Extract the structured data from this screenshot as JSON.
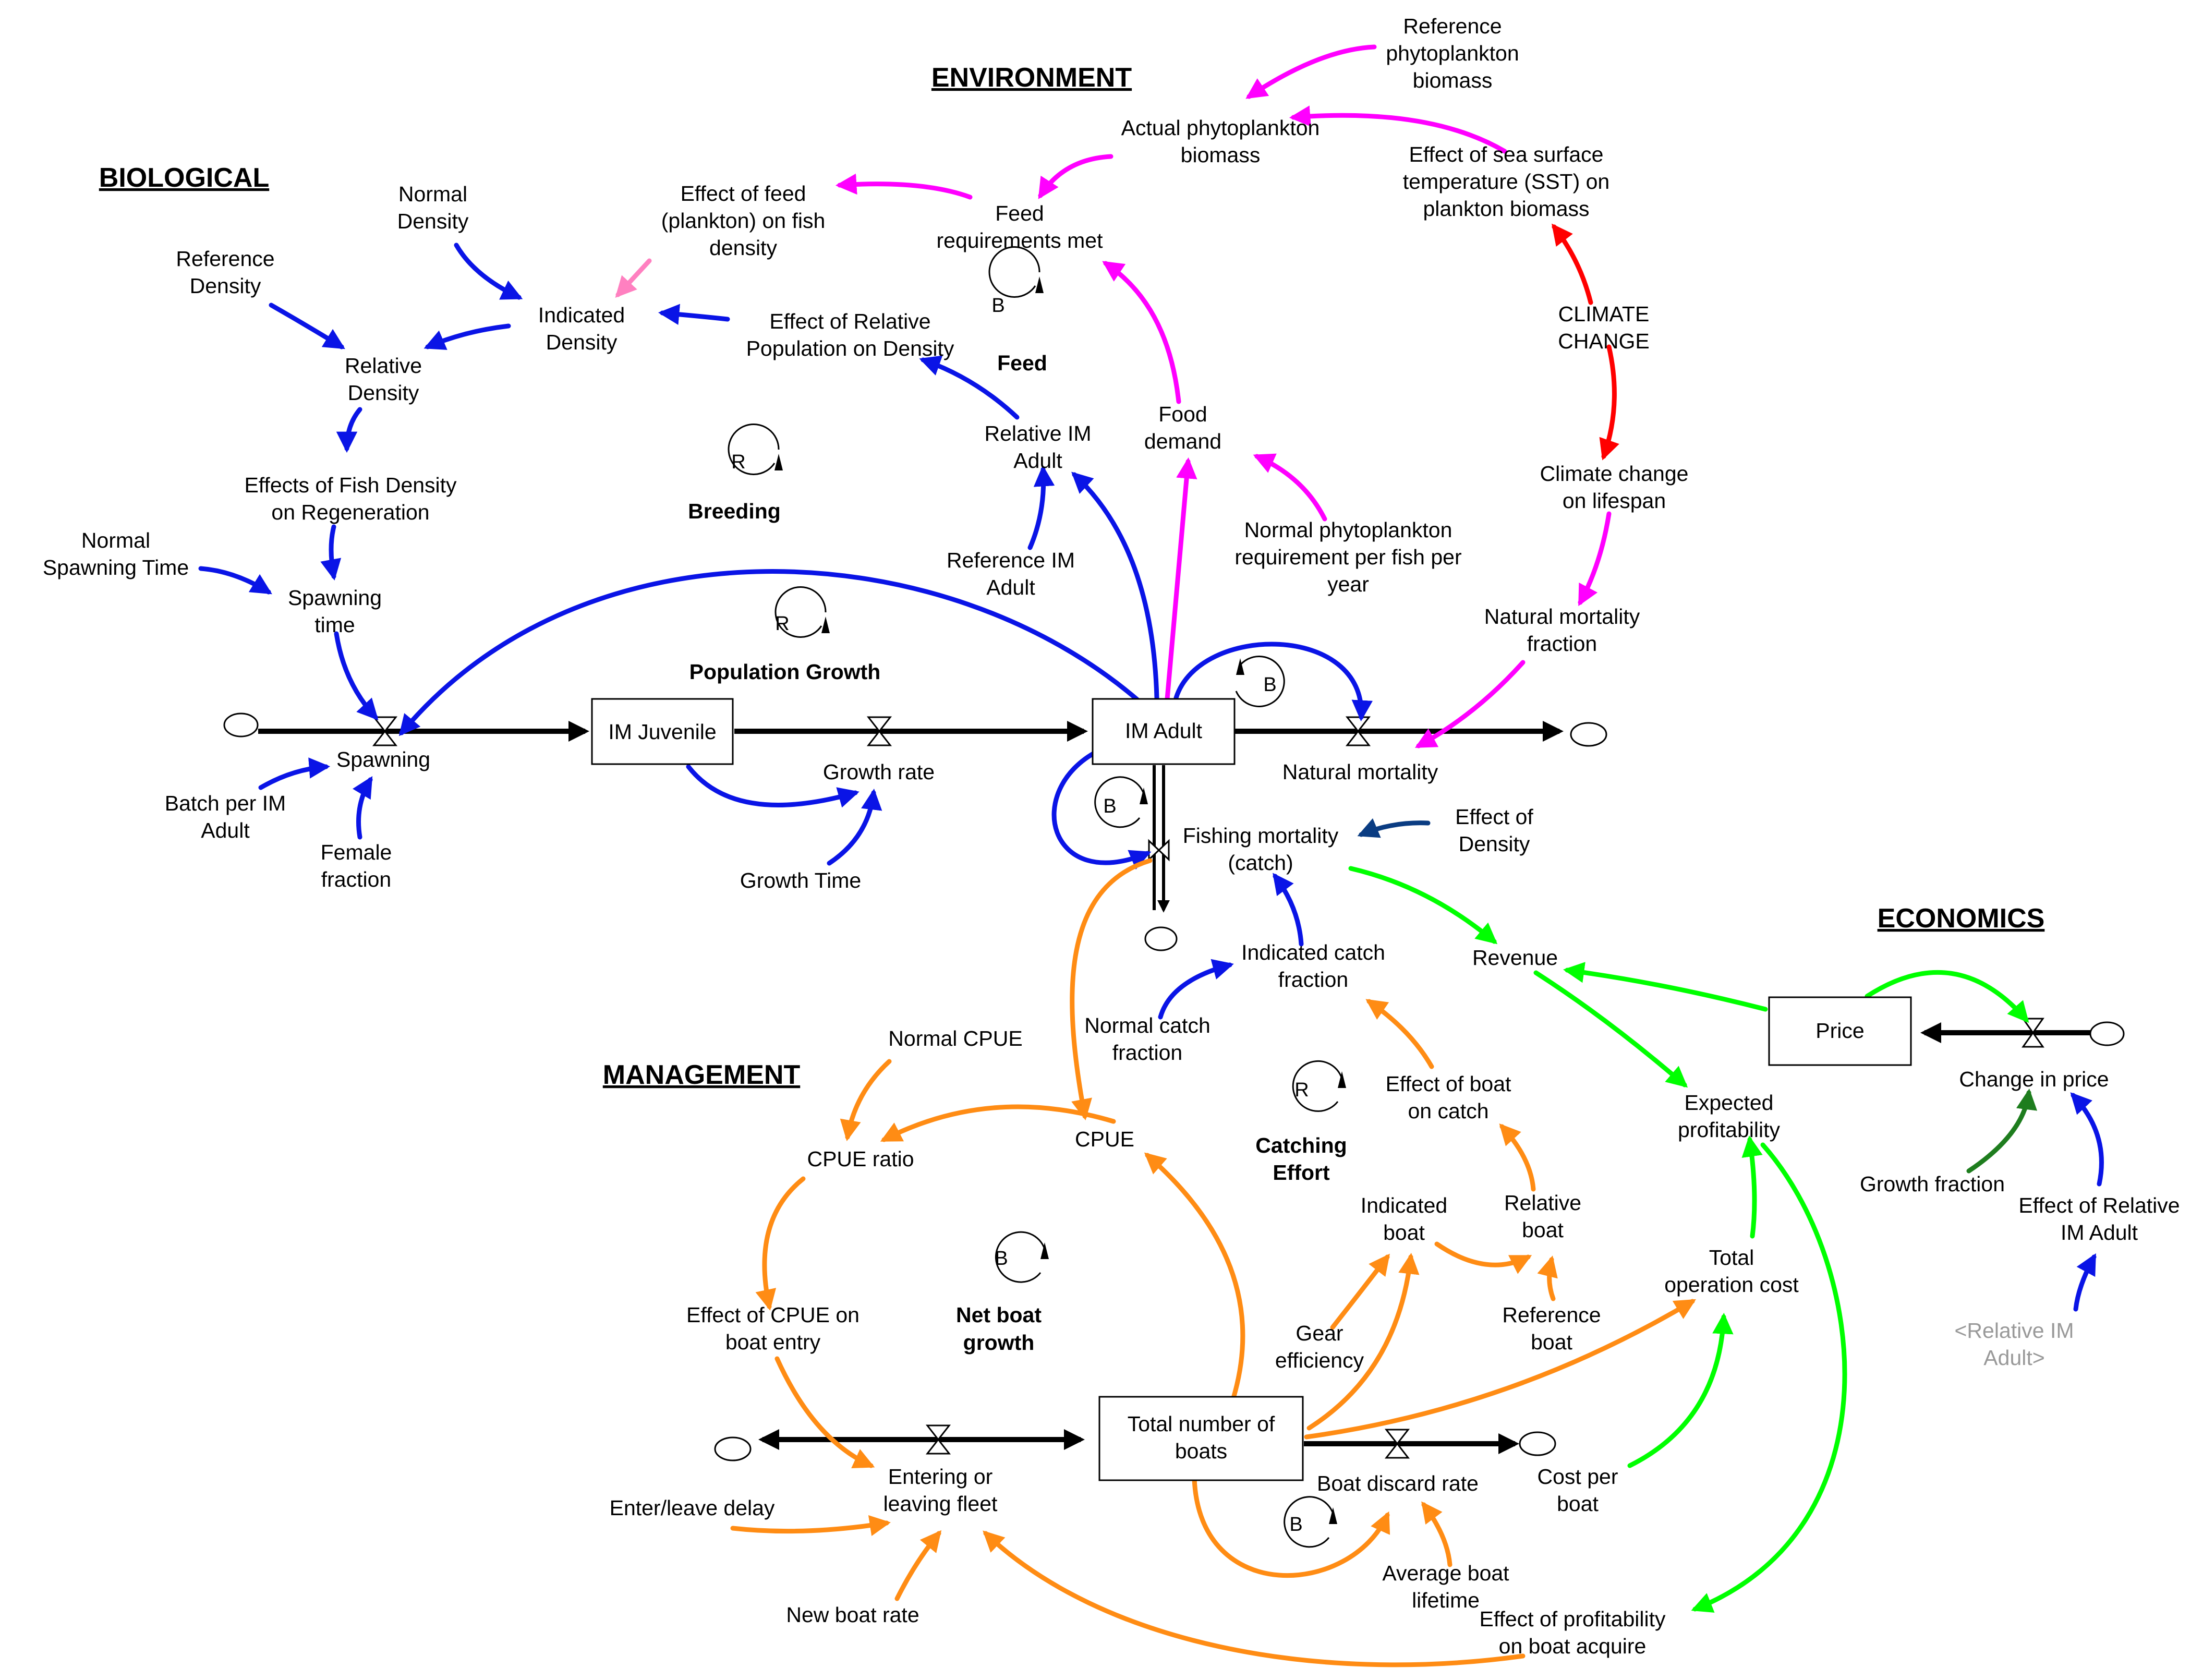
{
  "sections": {
    "environment": "ENVIRONMENT",
    "biological": "BIOLOGICAL",
    "management": "MANAGEMENT",
    "economics": "ECONOMICS"
  },
  "stocks": {
    "im_juvenile": "IM Juvenile",
    "im_adult": "IM Adult",
    "total_boats": [
      "Total number of",
      "boats"
    ],
    "price": "Price"
  },
  "variables": {
    "ref_phyto": [
      "Reference",
      "phytoplankton",
      "biomass"
    ],
    "actual_phyto": [
      "Actual phytoplankton",
      "biomass"
    ],
    "effect_sst": [
      "Effect of sea surface",
      "temperature (SST) on",
      "plankton biomass"
    ],
    "effect_feed": [
      "Effect of feed",
      "(plankton) on fish",
      "density"
    ],
    "feed_met": [
      "Feed",
      "requirements met"
    ],
    "normal_density": [
      "Normal",
      "Density"
    ],
    "reference_density": [
      "Reference",
      "Density"
    ],
    "indicated_density": [
      "Indicated",
      "Density"
    ],
    "effect_rel_pop": [
      "Effect of Relative",
      "Population on Density"
    ],
    "climate_change": [
      "CLIMATE",
      "CHANGE"
    ],
    "relative_density": [
      "Relative",
      "Density"
    ],
    "food_demand": [
      "Food",
      "demand"
    ],
    "relative_im_adult": [
      "Relative IM",
      "Adult"
    ],
    "effects_fish_density": [
      "Effects of Fish Density",
      "on Regeneration"
    ],
    "climate_lifespan": [
      "Climate change",
      "on lifespan"
    ],
    "normal_phyto_req": [
      "Normal phytoplankton",
      "requirement per fish per",
      "year"
    ],
    "normal_spawning": [
      "Normal",
      "Spawning Time"
    ],
    "reference_im_adult": [
      "Reference IM",
      "Adult"
    ],
    "spawning_time": [
      "Spawning",
      "time"
    ],
    "natural_mort_frac": [
      "Natural mortality",
      "fraction"
    ],
    "spawning": [
      "Spawning"
    ],
    "growth_rate": [
      "Growth rate"
    ],
    "natural_mortality": [
      "Natural mortality"
    ],
    "batch_per_adult": [
      "Batch per IM",
      "Adult"
    ],
    "female_fraction": [
      "Female",
      "fraction"
    ],
    "growth_time": [
      "Growth Time"
    ],
    "fishing_mortality": [
      "Fishing mortality",
      "(catch)"
    ],
    "effect_of_density": [
      "Effect of",
      "Density"
    ],
    "revenue": [
      "Revenue"
    ],
    "indicated_catch": [
      "Indicated catch",
      "fraction"
    ],
    "normal_catch": [
      "Normal catch",
      "fraction"
    ],
    "normal_cpue": [
      "Normal CPUE"
    ],
    "change_in_price": [
      "Change in price"
    ],
    "effect_boat_catch": [
      "Effect of boat",
      "on catch"
    ],
    "expected_profit": [
      "Expected",
      "profitability"
    ],
    "cpue": [
      "CPUE"
    ],
    "cpue_ratio": [
      "CPUE ratio"
    ],
    "growth_fraction": [
      "Growth fraction"
    ],
    "indicated_boat": [
      "Indicated",
      "boat"
    ],
    "relative_boat": [
      "Relative",
      "boat"
    ],
    "effect_rel_im_adult": [
      "Effect of Relative",
      "IM Adult"
    ],
    "total_op_cost": [
      "Total",
      "operation cost"
    ],
    "effect_cpue_entry": [
      "Effect of CPUE on",
      "boat entry"
    ],
    "gear_efficiency": [
      "Gear",
      "efficiency"
    ],
    "reference_boat": [
      "Reference",
      "boat"
    ],
    "relative_im_ghost": [
      "<Relative IM",
      "Adult>"
    ],
    "entering_leaving": [
      "Entering or",
      "leaving fleet"
    ],
    "boat_discard": [
      "Boat discard rate"
    ],
    "cost_per_boat": [
      "Cost per",
      "boat"
    ],
    "enter_leave_delay": [
      "Enter/leave delay"
    ],
    "avg_boat_lifetime": [
      "Average boat",
      "lifetime"
    ],
    "new_boat_rate": [
      "New boat rate"
    ],
    "effect_profit_acquire": [
      "Effect of profitability",
      "on boat acquire"
    ]
  },
  "loops": [
    {
      "id": "feed",
      "polarity": "B",
      "name": [
        "Feed"
      ]
    },
    {
      "id": "breeding",
      "polarity": "R",
      "name": [
        "Breeding"
      ]
    },
    {
      "id": "population_growth",
      "polarity": "R",
      "name": [
        "Population Growth"
      ]
    },
    {
      "id": "adult_mortality",
      "polarity": "B",
      "name": []
    },
    {
      "id": "adult_catch",
      "polarity": "B",
      "name": []
    },
    {
      "id": "catching_effort",
      "polarity": "R",
      "name": [
        "Catching",
        "Effort"
      ]
    },
    {
      "id": "net_boat_growth",
      "polarity": "B",
      "name": [
        "Net boat",
        "growth"
      ]
    },
    {
      "id": "boat_discard",
      "polarity": "B",
      "name": []
    }
  ],
  "colors": {
    "biological": "#0a14e6",
    "environment": "#ff00ff",
    "climate": "#ff0000",
    "management": "#ff8c14",
    "economics": "#00ff00",
    "growth_fraction": "#1e7d1e",
    "density_effect": "#0a3c82",
    "feed_effect": "#ff80c0"
  }
}
